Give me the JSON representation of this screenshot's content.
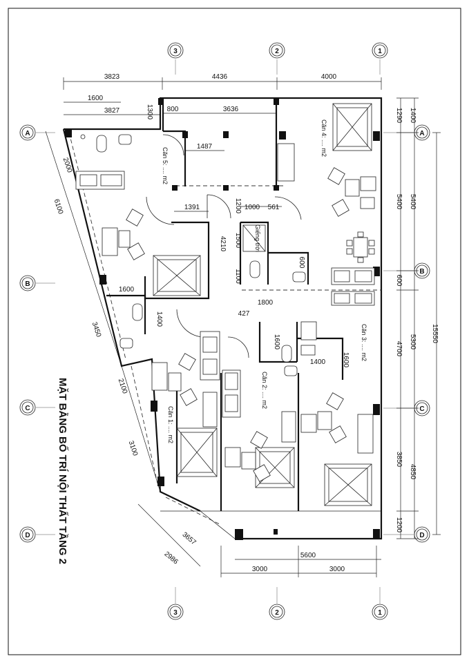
{
  "title": "MẶT BẰNG BỐ TRÍ NỘI THẤT TẦNG 2",
  "grid": {
    "columns": [
      "3",
      "2",
      "1"
    ],
    "rows": [
      "A",
      "B",
      "C",
      "D"
    ]
  },
  "rooms": {
    "can1": "Căn 1: .... m2",
    "can2": "Căn 2: .... m2",
    "can3": "Căn 3: .... m2",
    "can4": "Căn 4: .... m2",
    "can5": "Căn 5: .... m2",
    "gieng_troi": "Giếng trời"
  },
  "dims": {
    "top_1": "3823",
    "top_2": "4436",
    "top_3": "4000",
    "top_1600": "1600",
    "top_3827": "3827",
    "top_1300": "1300",
    "top_800": "800",
    "top_3636": "3636",
    "top_1487": "1487",
    "top_1391": "1391",
    "mid_1200": "1200",
    "mid_1000": "1000",
    "mid_561": "561",
    "mid_4210": "4210",
    "mid_1500": "1500",
    "mid_1100": "1100",
    "mid_600": "600",
    "mid_1800": "1800",
    "mid_427": "427",
    "mid_1600a": "1600",
    "mid_1400a": "1400",
    "mid_1600b": "1600",
    "mid_1400b": "1400",
    "mid_1600c": "1600",
    "left_2000": "2000",
    "left_6100": "6100",
    "left_3450": "3450",
    "left_2100": "2100",
    "left_3100": "3100",
    "bl_3657": "3657",
    "bl_2986": "2986",
    "bot_5600": "5600",
    "bot_3000a": "3000",
    "bot_3000b": "3000",
    "r_1290": "1290",
    "r_1400": "1400",
    "r_5400a": "5400",
    "r_5400b": "5400",
    "r_600": "600",
    "r_5300": "5300",
    "r_4700": "4700",
    "r_15550": "15550",
    "r_3850": "3850",
    "r_4850": "4850",
    "r_1200": "1200"
  }
}
